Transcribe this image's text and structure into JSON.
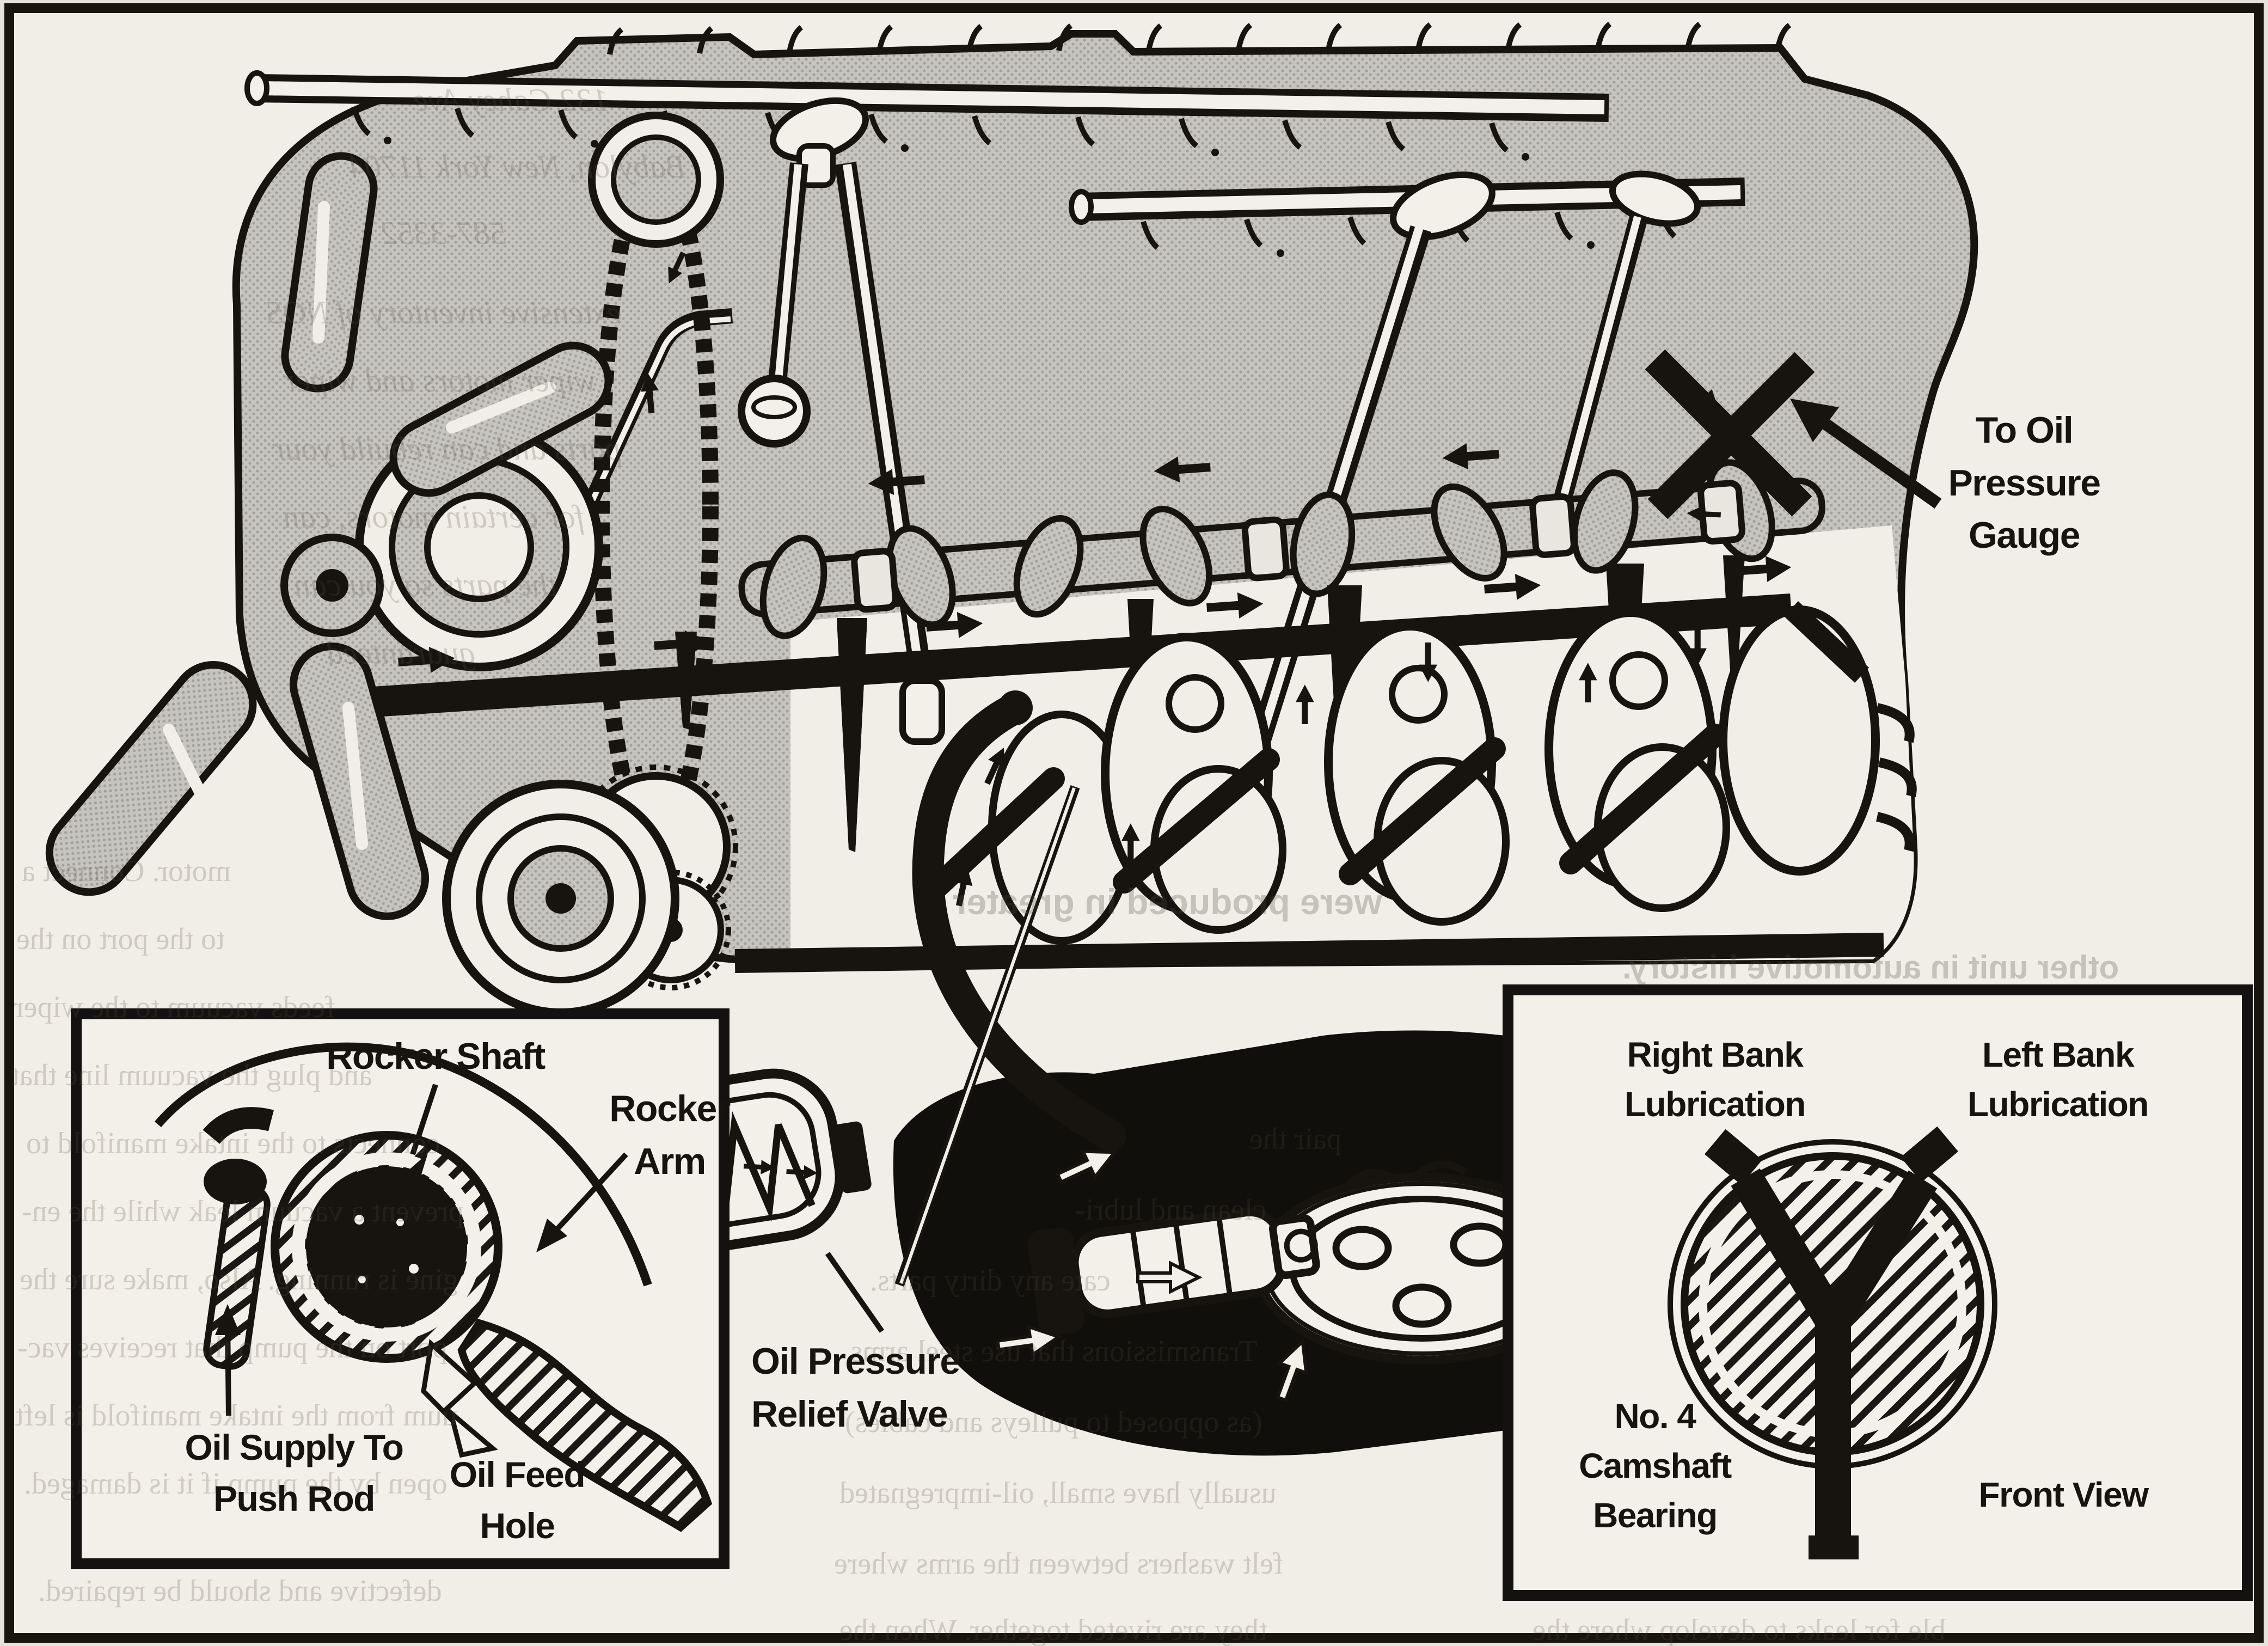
{
  "colors": {
    "paper": "#f0eee7",
    "frame_black": "#18150f",
    "ink": "#171410",
    "engine_gray": "#c6c4be",
    "halftone_dot": "#a3a19a",
    "pan_black": "#100f0c"
  },
  "diagram_labels": {
    "gauge": {
      "l1": "To Oil",
      "l2": "Pressure",
      "l3": "Gauge"
    },
    "relief": {
      "l1": "Oil Pressure",
      "l2": "Relief Valve"
    }
  },
  "left_inset": {
    "rocker_shaft": "Rocker Shaft",
    "rocker_arm_l1": "Rocker",
    "rocker_arm_l2": "Arm",
    "oil_supply_l1": "Oil Supply To",
    "oil_supply_l2": "Push Rod",
    "oil_feed_l1": "Oil Feed",
    "oil_feed_l2": "Hole"
  },
  "right_inset": {
    "right_bank_l1": "Right Bank",
    "right_bank_l2": "Lubrication",
    "left_bank_l1": "Left Bank",
    "left_bank_l2": "Lubrication",
    "no4_l1": "No. 4",
    "no4_l2": "Camshaft",
    "no4_l3": "Bearing",
    "front_view": "Front View"
  },
  "ghost": {
    "note": "faint mirrored bleed-through text from reverse side of page",
    "lines": [
      {
        "text": "132 Cahey Ave"
      },
      {
        "text": "Babylon, New York 11704"
      },
      {
        "text": "587-3352"
      },
      {
        "text": "extensive inventory of NOS"
      },
      {
        "text": "wiper motors and wiper"
      },
      {
        "text": "parts and can rebuild your"
      },
      {
        "text": "for certain motors, can"
      },
      {
        "text": "the parts so you can"
      },
      {
        "text": "guaranteed"
      },
      {
        "text": "motor. Connect a"
      },
      {
        "text": "to the port on the"
      },
      {
        "text": "feeds vacuum to the wiper"
      },
      {
        "text": "and plug the vacuum line that"
      },
      {
        "text": "connects to the intake manifold to"
      },
      {
        "text": "prevent a vacuum leak while the en-"
      },
      {
        "text": "gine is running. Also, make sure the"
      },
      {
        "text": "port on the pump that receives vac-"
      },
      {
        "text": "uum from the intake manifold is left"
      },
      {
        "text": "open by the pump if it is damaged."
      },
      {
        "text": "defective and should be repaired."
      },
      {
        "text": "pair the"
      },
      {
        "text": "clean and lubri-"
      },
      {
        "text": "cate any dirty parts."
      },
      {
        "text": "Transmissions that use steel arms"
      },
      {
        "text": "(as opposed to pulleys and cables)"
      },
      {
        "text": "usually have small, oil-impregnated"
      },
      {
        "text": "felt washers between the arms where"
      },
      {
        "text": "they are riveted together. When the"
      },
      {
        "text": "were produced in greater"
      },
      {
        "text": "other unit in automotive history."
      },
      {
        "text": "ble for leaks to develop where the"
      }
    ]
  }
}
